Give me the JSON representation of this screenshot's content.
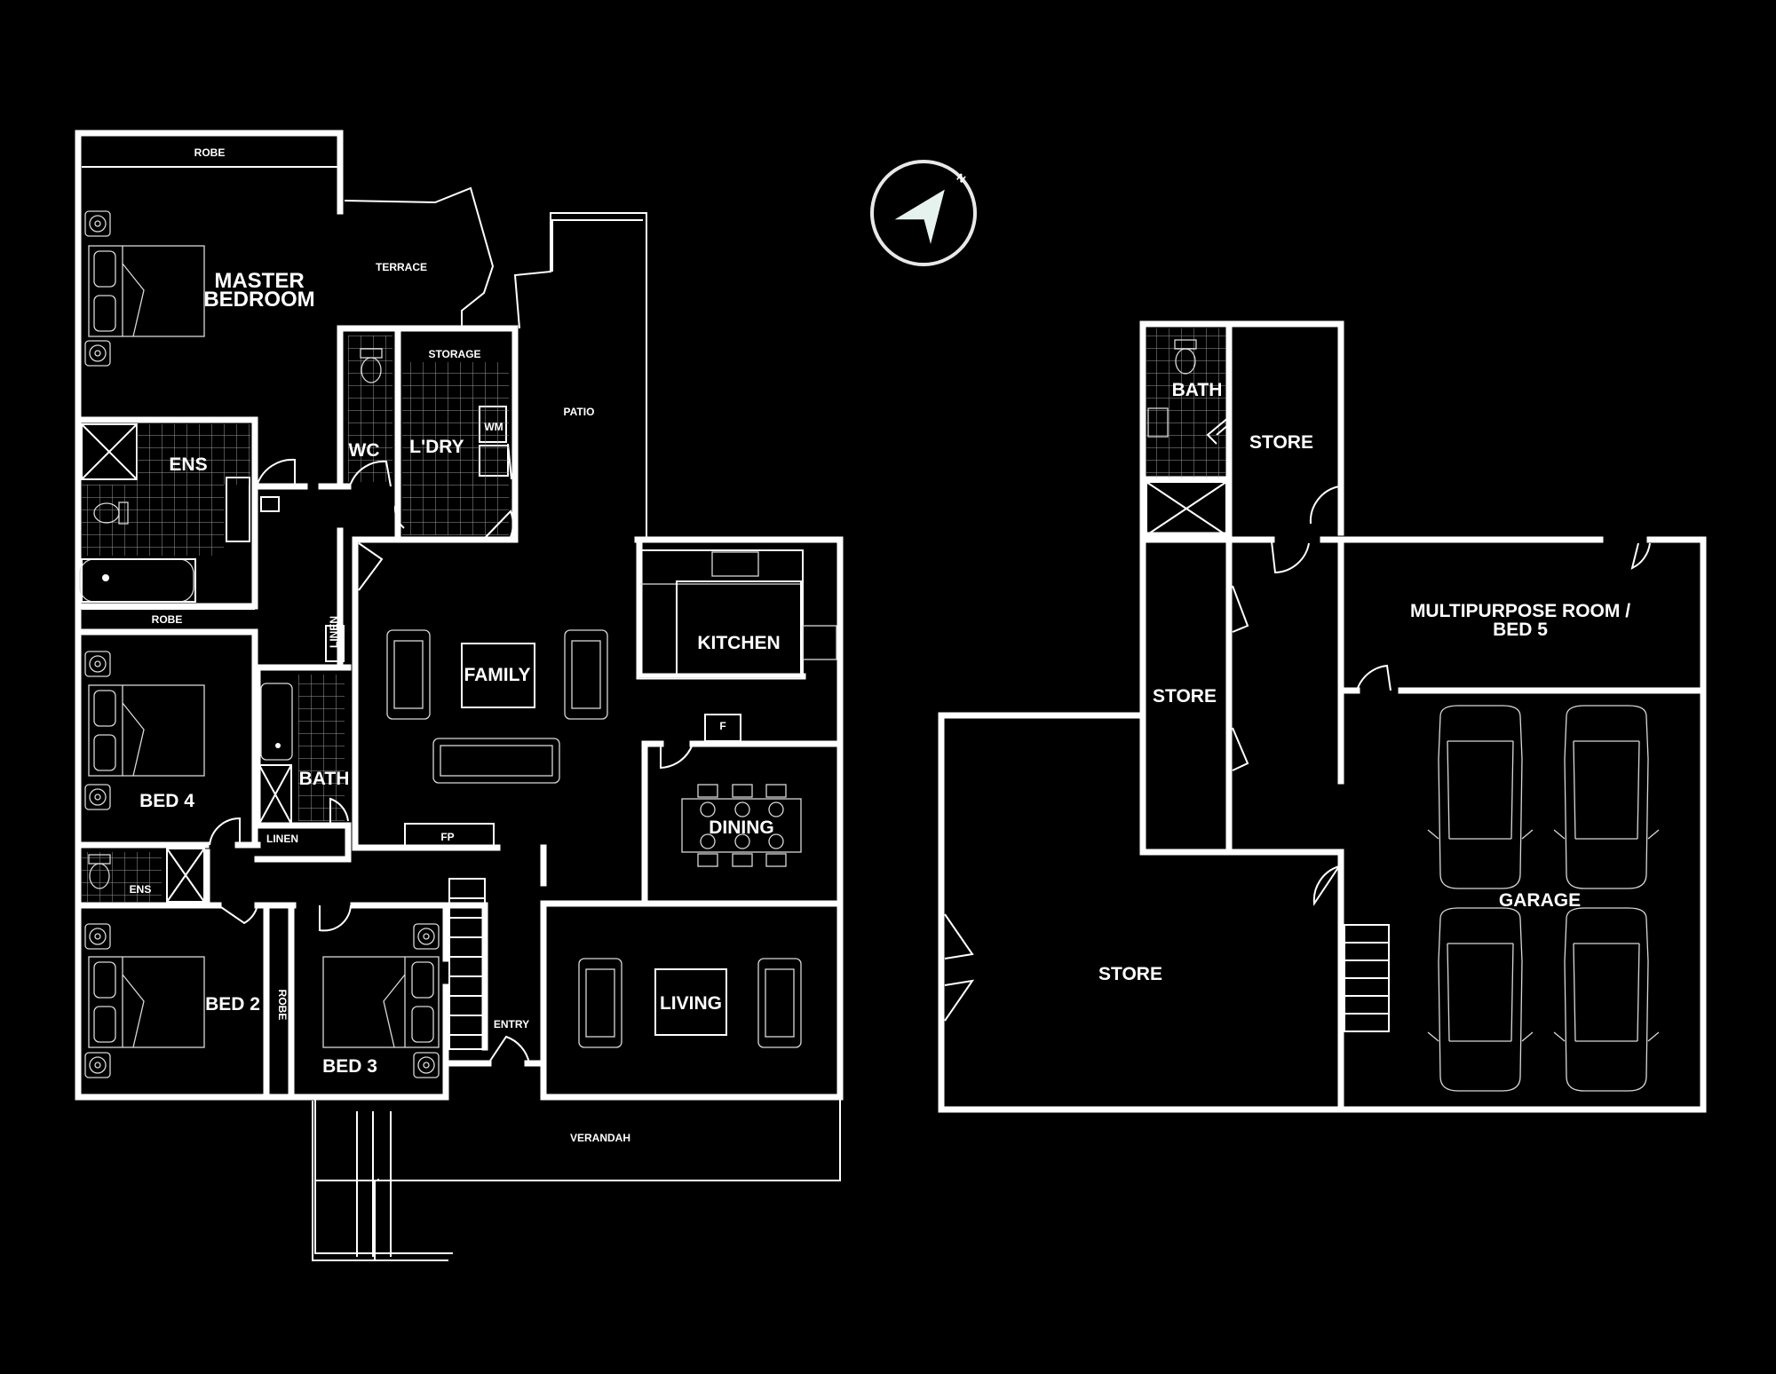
{
  "ground_floor": {
    "master_bedroom": [
      "MASTER",
      "BEDROOM"
    ],
    "robe_master": "ROBE",
    "terrace": "TERRACE",
    "patio": "PATIO",
    "storage": "STORAGE",
    "wc": "WC",
    "laundry": "L'DRY",
    "wm": "WM",
    "ensuite_main": "ENS",
    "robe_bed4": "ROBE",
    "linen_hall": "LINEN",
    "linen_bath": "LINEN",
    "bath": "BATH",
    "family": "FAMILY",
    "kitchen": "KITCHEN",
    "fridge": "F",
    "fireplace": "FP",
    "dining": "DINING",
    "bed4": "BED 4",
    "ensuite_small": "ENS",
    "bed2": "BED 2",
    "robe_bed2": "ROBE",
    "bed3": "BED 3",
    "entry": "ENTRY",
    "living": "LIVING",
    "verandah": "VERANDAH"
  },
  "lower_floor": {
    "bath": "BATH",
    "store_top": "STORE",
    "store_mid": "STORE",
    "multipurpose": [
      "MULTIPURPOSE ROOM /",
      "BED 5"
    ],
    "garage": "GARAGE",
    "store_big": "STORE"
  },
  "compass": {
    "north_label": "N"
  },
  "colors": {
    "background": "#000000",
    "lines": "#ffffff"
  }
}
